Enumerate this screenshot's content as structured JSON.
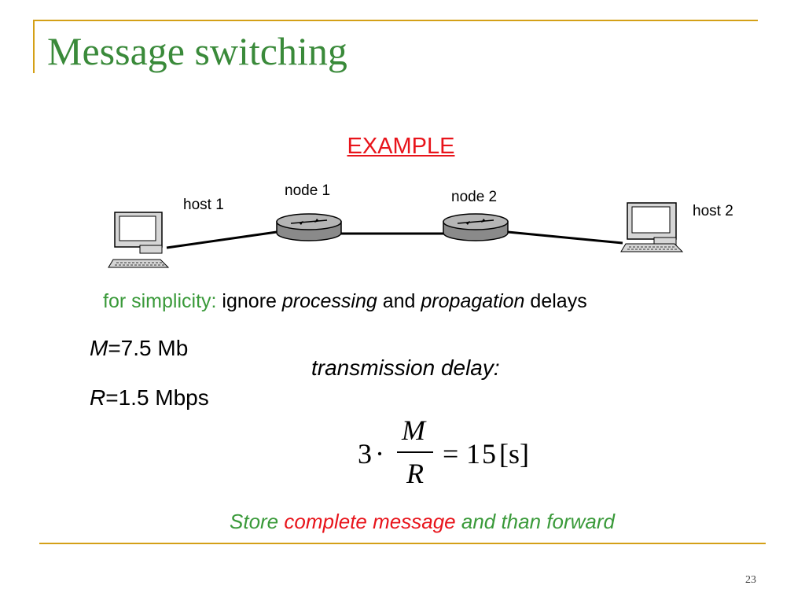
{
  "slide": {
    "title": "Message switching",
    "example_label": "EXAMPLE",
    "page_number": "23"
  },
  "network": {
    "host1_label": "host 1",
    "node1_label": "node 1",
    "node2_label": "node 2",
    "host2_label": "host 2"
  },
  "note": {
    "prefix": "for simplicity:",
    "text1": "ignore",
    "word1": "processing",
    "text2": "and",
    "word2": "propagation",
    "text3": "delays"
  },
  "params": {
    "m_symbol": "M",
    "m_value": "=7.5 Mb",
    "r_symbol": "R",
    "r_value": "=1.5 Mbps"
  },
  "transmission_label": "transmission delay:",
  "formula": {
    "factor": "3",
    "dot": "·",
    "numerator": "M",
    "denominator": "R",
    "equals": "=",
    "result": "15",
    "unit": "[s]"
  },
  "conclusion": {
    "part1": "Store",
    "part2": "complete message",
    "part3": "and than forward"
  },
  "colors": {
    "title": "#3a8a3a",
    "accent_red": "#e8141b",
    "accent_green": "#3a9a3a",
    "rule": "#d4a017"
  }
}
